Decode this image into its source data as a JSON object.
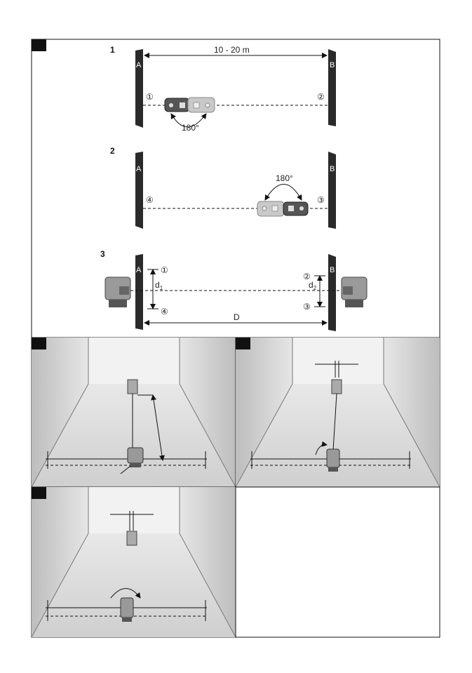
{
  "figure": {
    "steps": [
      {
        "number": "1",
        "distance": "10 - 20 m",
        "rotation": "180°",
        "marks": [
          "①",
          "②"
        ]
      },
      {
        "number": "2",
        "rotation": "180°",
        "marks": [
          "④",
          "③"
        ]
      },
      {
        "number": "3",
        "marks": [
          "①",
          "④",
          "②",
          "③"
        ],
        "d1": "d",
        "d1_sub": "1",
        "d2": "d",
        "d2_sub": "2",
        "distance_label": "D"
      }
    ],
    "walls": {
      "left": "A",
      "right": "B"
    }
  }
}
